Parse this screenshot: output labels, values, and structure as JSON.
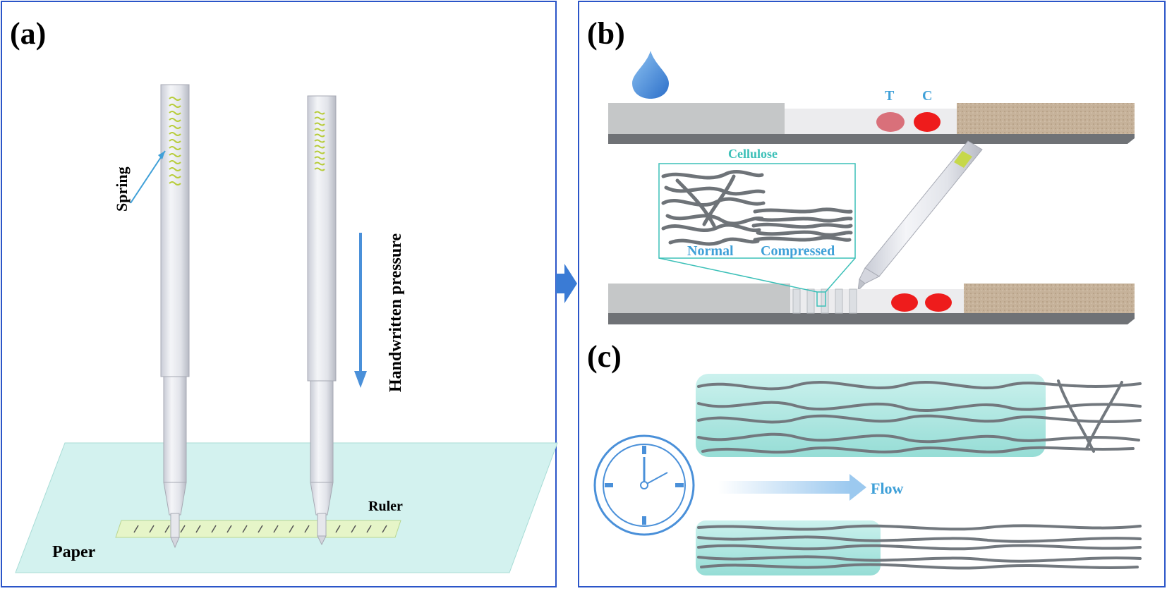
{
  "panels": {
    "a": {
      "label": "(a)"
    },
    "b": {
      "label": "(b)"
    },
    "c": {
      "label": "(c)"
    }
  },
  "panel_a": {
    "spring": "Spring",
    "pressure": "Handwritten pressure",
    "ruler": "Ruler",
    "paper": "Paper"
  },
  "panel_b": {
    "t_label": "T",
    "c_label": "C",
    "cellulose": "Cellulose",
    "normal": "Normal",
    "compressed": "Compressed"
  },
  "panel_c": {
    "flow": "Flow"
  },
  "colors": {
    "frame": "#2b55c8",
    "accent": "#4a90d9",
    "label_blue": "#3fa0d8",
    "cyan_box": "#3cc0b8",
    "red_dot": "#ee1c1c",
    "pink_dot": "#d9707a",
    "gel": "#9fe3dc",
    "pad_tan": "#c9b49a"
  }
}
